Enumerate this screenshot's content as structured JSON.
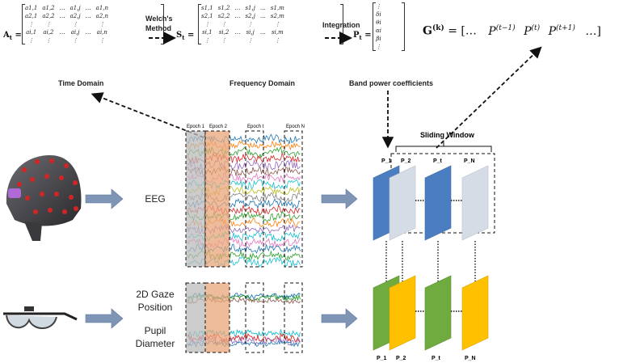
{
  "top": {
    "A_lhs": "A",
    "A_sub": "t",
    "welch_label_1": "Welch's",
    "welch_label_2": "Method",
    "S_lhs": "S",
    "S_sub": "t",
    "integration_label": "Integration",
    "P_lhs": "P",
    "P_sub": "t",
    "G_lhs": "G",
    "G_sup": "(k)",
    "G_open": "[…",
    "G_t_minus": "(t−1)",
    "G_t": "(t)",
    "G_t_plus": "(t+1)",
    "G_close": "…]",
    "P_letter": "P",
    "time_domain": "Time Domain",
    "freq_domain": "Frequency Domain",
    "band_power": "Band power coefficients"
  },
  "matrixA": [
    [
      "a1,1",
      "a1,2",
      "…",
      "a1,j",
      "…",
      "a1,n"
    ],
    [
      "a2,1",
      "a2,2",
      "…",
      "a2,j",
      "…",
      "a2,n"
    ],
    [
      "⋮",
      "⋮",
      "",
      "⋮",
      "",
      "⋮"
    ],
    [
      "ai,1",
      "ai,2",
      "…",
      "ai,j",
      "…",
      "ai,n"
    ],
    [
      "⋮",
      "⋮",
      "",
      "⋮",
      "",
      "⋮"
    ]
  ],
  "matrixS": [
    [
      "s1,1",
      "s1,2",
      "…",
      "s1,j",
      "…",
      "s1,m"
    ],
    [
      "s2,1",
      "s2,2",
      "…",
      "s2,j",
      "…",
      "s2,m"
    ],
    [
      "⋮",
      "⋮",
      "",
      "⋮",
      "",
      "⋮"
    ],
    [
      "si,1",
      "si,2",
      "…",
      "si,j",
      "…",
      "si,m"
    ],
    [
      "⋮",
      "⋮",
      "",
      "⋮",
      "",
      "⋮"
    ]
  ],
  "vectorP": [
    "⋮",
    "δi",
    "θi",
    "αi",
    "βi",
    "⋮"
  ],
  "eeg": {
    "label": "EEG",
    "epochs": [
      "Epoch 1",
      "Epoch 2",
      "Epoch t",
      "Epoch N"
    ]
  },
  "gaze": {
    "label_1": "2D Gaze",
    "label_2": "Position",
    "pupil_1": "Pupil",
    "pupil_2": "Diameter"
  },
  "sliding": {
    "title": "Sliding Window",
    "top_labels": [
      "P_1",
      "P_2",
      "P_t",
      "P_N"
    ],
    "bottom_labels": [
      "P_1",
      "P_2",
      "P_t",
      "P_N"
    ]
  },
  "colors": {
    "blue": "#4a7ec0",
    "light": "#d6dce6",
    "green": "#6fab3f",
    "yellow": "#ffc000",
    "arrow": "#7f95b5"
  }
}
